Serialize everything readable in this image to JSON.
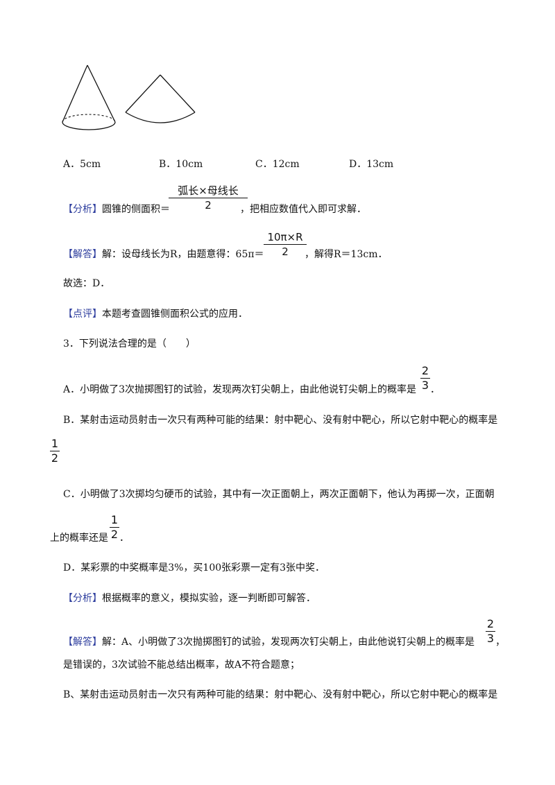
{
  "q2": {
    "options": [
      "A．5cm",
      "B．10cm",
      "C．12cm",
      "D．13cm"
    ],
    "analysis_tag": "【分析】",
    "analysis_text_a": "圆锥的侧面积＝",
    "analysis_frac_num": "弧长×母线长",
    "analysis_frac_den": "2",
    "analysis_text_b": "，把相应数值代入即可求解．",
    "solution_tag": "【解答】",
    "solution_text_a": "解：设母线长为R，由题意得：65π＝",
    "solution_frac_num": "10π×R",
    "solution_frac_den": "2",
    "solution_text_b": "，解得R＝13cm．",
    "choice_text": "故选：D．",
    "review_tag": "【点评】",
    "review_text": "本题考查圆锥侧面积公式的应用．"
  },
  "q3": {
    "stem": "3．下列说法合理的是（　　）",
    "optA": "A．小明做了3次抛掷图钉的试验，发现两次钉尖朝上，由此他说钉尖朝上的概率是",
    "optA_frac_num": "2",
    "optA_frac_den": "3",
    "optA_end": "．",
    "optB": "B．某射击运动员射击一次只有两种可能的结果：射中靶心、没有射中靶心，所以它射中靶心的概率是",
    "optB_frac_num": "1",
    "optB_frac_den": "2",
    "optC_line1": "C．小明做了3次掷均匀硬币的试验，其中有一次正面朝上，两次正面朝下，他认为再掷一次，正面朝",
    "optC_line2": "上的概率还是",
    "optC_frac_num": "1",
    "optC_frac_den": "2",
    "optC_end": "．",
    "optD": "D．某彩票的中奖概率是3%，买100张彩票一定有3张中奖．",
    "analysis_tag": "【分析】",
    "analysis_text": "根据概率的意义，模拟实验，逐一判断即可解答．",
    "solution_tag": "【解答】",
    "solution_text_a": "解：A、小明做了3次抛掷图钉的试验，发现两次钉尖朝上，由此他说钉尖朝上的概率是",
    "solution_frac_num": "2",
    "solution_frac_den": "3",
    "solution_text_end": "，",
    "solution_line2": "是错误的，3次试验不能总结出概率，故A不符合题意；",
    "solution_line3": "B、某射击运动员射击一次只有两种可能的结果：射中靶心、没有射中靶心，所以它射中靶心的概率是"
  }
}
